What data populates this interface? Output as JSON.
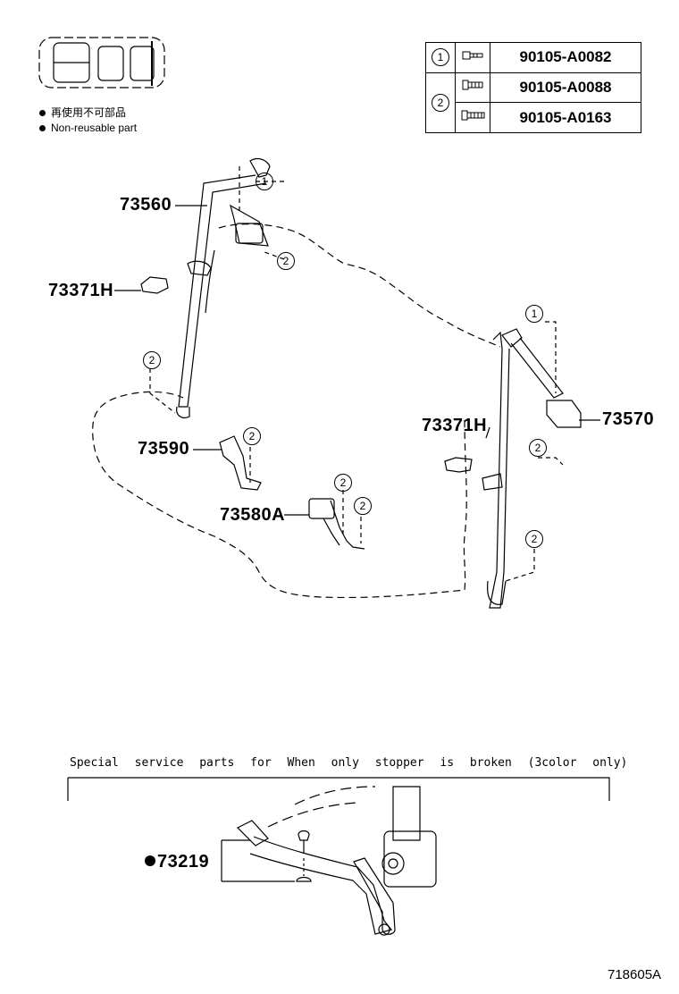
{
  "legend": {
    "line1": "再使用不可部品",
    "line2": "Non-reusable part"
  },
  "fastener_table": {
    "rows": [
      {
        "ref": "1",
        "part": "90105-A0082"
      },
      {
        "ref": "2",
        "part": "90105-A0088"
      },
      {
        "ref": "",
        "part": "90105-A0163"
      }
    ]
  },
  "callout_refs": {
    "one": "1",
    "two": "2"
  },
  "parts": {
    "p73560": "73560",
    "p73371H_left": "73371H",
    "p73590": "73590",
    "p73580A": "73580A",
    "p73371H_right": "73371H",
    "p73570": "73570",
    "p73219": "73219"
  },
  "service_note": "Special service parts for When only stopper is broken (3color only)",
  "illustration_code": "718605A"
}
